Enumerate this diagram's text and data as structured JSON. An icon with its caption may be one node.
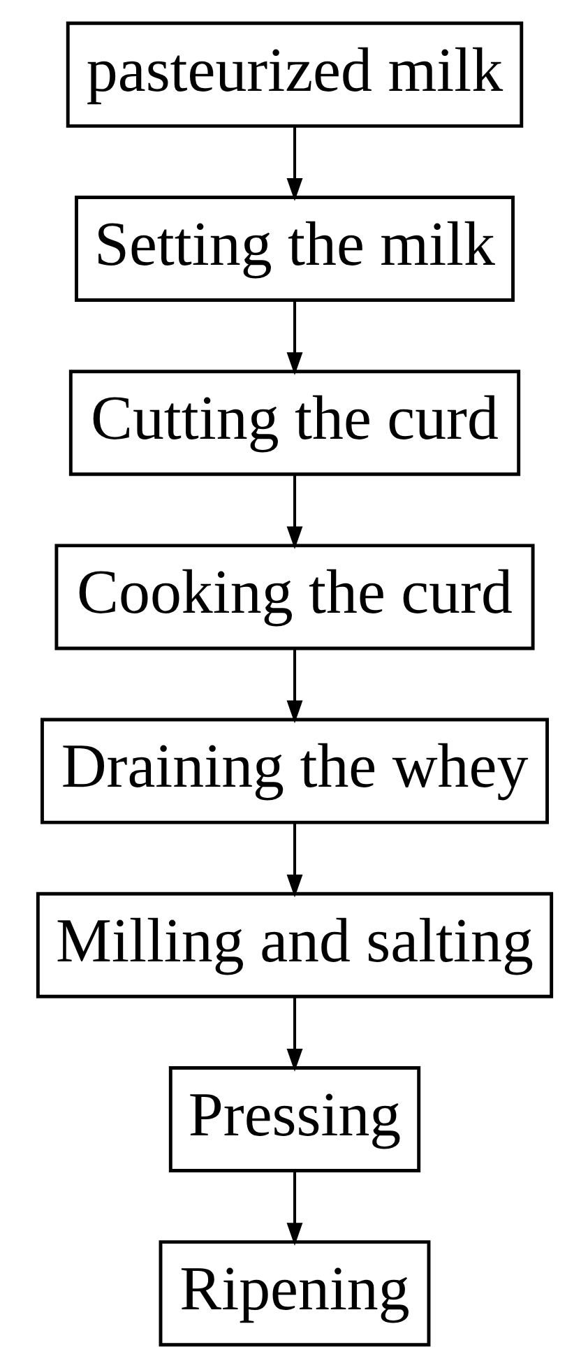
{
  "diagram": {
    "nodes": [
      {
        "text": [
          "pasteurized milk"
        ]
      },
      {
        "text": [
          "Setting the milk"
        ]
      },
      {
        "text": [
          "Cutting the curd"
        ]
      },
      {
        "text": [
          "Cooking the curd"
        ]
      },
      {
        "text": [
          "Draining the whey"
        ]
      },
      {
        "text": [
          "Milling and salting"
        ]
      },
      {
        "text": [
          "Pressing"
        ]
      },
      {
        "text": [
          "Ripening"
        ]
      }
    ],
    "edges": [
      {
        "from": 0,
        "to": 1,
        "arrow": "to"
      },
      {
        "from": 1,
        "to": 2,
        "arrow": "to"
      },
      {
        "from": 2,
        "to": 3,
        "arrow": "to"
      },
      {
        "from": 3,
        "to": 4,
        "arrow": "to"
      },
      {
        "from": 4,
        "to": 5,
        "arrow": "to"
      },
      {
        "from": 5,
        "to": 6,
        "arrow": "to"
      },
      {
        "from": 6,
        "to": 7,
        "arrow": "to"
      }
    ]
  }
}
